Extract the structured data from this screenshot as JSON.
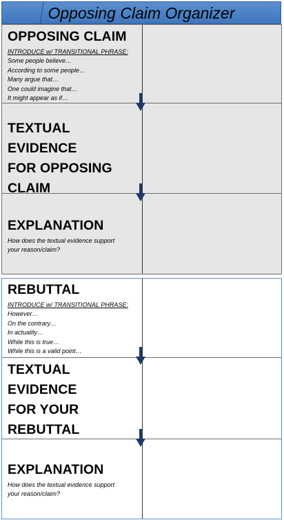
{
  "title": "Opposing Claim Organizer",
  "opposing_section": {
    "claim": {
      "heading": "OPPOSING CLAIM",
      "intro": "INTRODUCE w/ TRANSITIONAL PHRASE:",
      "phrases": [
        "Some people believe…",
        "According to some people…",
        "Many argue that…",
        "One could imagine that…",
        "It might appear as if…"
      ]
    },
    "evidence": {
      "heading_lines": [
        "TEXTUAL EVIDENCE",
        "FOR OPPOSING",
        "CLAIM"
      ]
    },
    "explanation": {
      "heading": "EXPLANATION",
      "prompt_lines": [
        "How does the textual evidence support",
        "your reason/claim?"
      ]
    }
  },
  "rebuttal_section": {
    "rebuttal": {
      "heading": "REBUTTAL",
      "intro": "INTRODUCE w/ TRANSITIONAL PHRASE:",
      "phrases": [
        "However…",
        "On the contrary…",
        "In actuality…",
        "While this is true…",
        "While this is a valid point…"
      ]
    },
    "evidence": {
      "heading_lines": [
        "TEXTUAL EVIDENCE",
        "FOR YOUR",
        "REBUTTAL"
      ]
    },
    "explanation": {
      "heading": "EXPLANATION",
      "prompt_lines": [
        "How does the textual evidence support",
        "your reason/claim?"
      ]
    }
  },
  "colors": {
    "header_blue": "#4a80c6",
    "top_fill": "#e6e6e6",
    "arrow": "#1f3a68"
  }
}
